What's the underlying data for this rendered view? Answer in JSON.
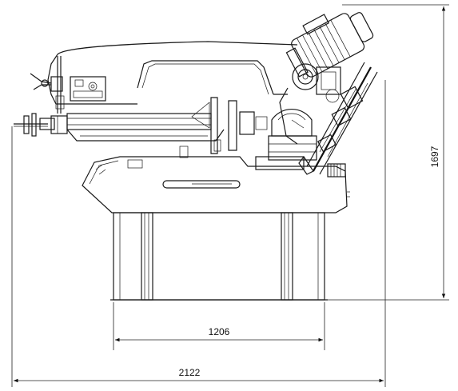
{
  "dimensions": {
    "height": "1697",
    "base_width": "1206",
    "overall_width": "2122"
  }
}
